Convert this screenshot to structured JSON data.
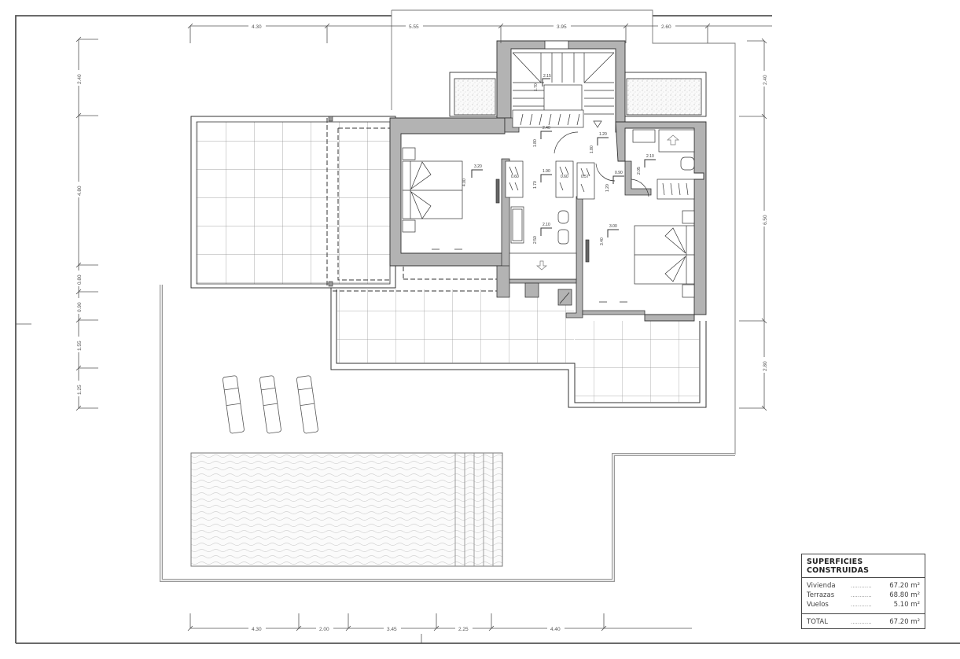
{
  "drawing": {
    "type": "floor-plan",
    "level": "upper floor",
    "colors": {
      "wall_fill": "#b3b3b3",
      "line": "#333333",
      "dim_line": "#555555",
      "frame": "#555555"
    }
  },
  "dimensions": {
    "top": [
      "4.30",
      "5.55",
      "3.95",
      "2.60"
    ],
    "bottom": [
      "4.30",
      "2.00",
      "3.45",
      "2.25",
      "4.40"
    ],
    "left": [
      "2.40",
      "4.80",
      "0.80",
      "0.90",
      "1.55",
      "1.25"
    ],
    "right": [
      "2.40",
      "6.50",
      "2.80"
    ]
  },
  "rooms": {
    "bedroom_1": {
      "w": "3.20",
      "h": "4.00"
    },
    "hall": {
      "w": "2.40",
      "h": "1.80"
    },
    "corridor": {
      "w": "1.90",
      "h": "1.70"
    },
    "bathroom_1": {
      "w": "2.10",
      "h": "2.50"
    },
    "stair": {
      "w": "2.15",
      "h": "1.70"
    },
    "landing": {
      "w": "1.20",
      "h": "1.80"
    },
    "bathroom_2": {
      "w": "2.10",
      "h": "2.05"
    },
    "dressing": {
      "w": "0.90",
      "h": "1.20"
    },
    "bedroom_2": {
      "w": "3.00",
      "h": "3.40"
    },
    "wardrobe_a": "0.60",
    "wardrobe_b": "0.60",
    "wardrobe_c": "0.57"
  },
  "legend": {
    "title": "SUPERFICIES CONSTRUIDAS",
    "rows": [
      {
        "label": "Vivienda",
        "dots": "............",
        "value": "67.20 m²"
      },
      {
        "label": "Terrazas",
        "dots": "............",
        "value": "68.80 m²"
      },
      {
        "label": "Vuelos",
        "dots": "............",
        "value": "5.10 m²"
      }
    ],
    "total": {
      "label": "TOTAL",
      "dots": "............",
      "value": "67.20 m²"
    }
  },
  "features": {
    "sun_loungers": 3,
    "pool": "swimming pool with entry steps",
    "planters": 2,
    "terrace_tiles": "grid tiling"
  }
}
